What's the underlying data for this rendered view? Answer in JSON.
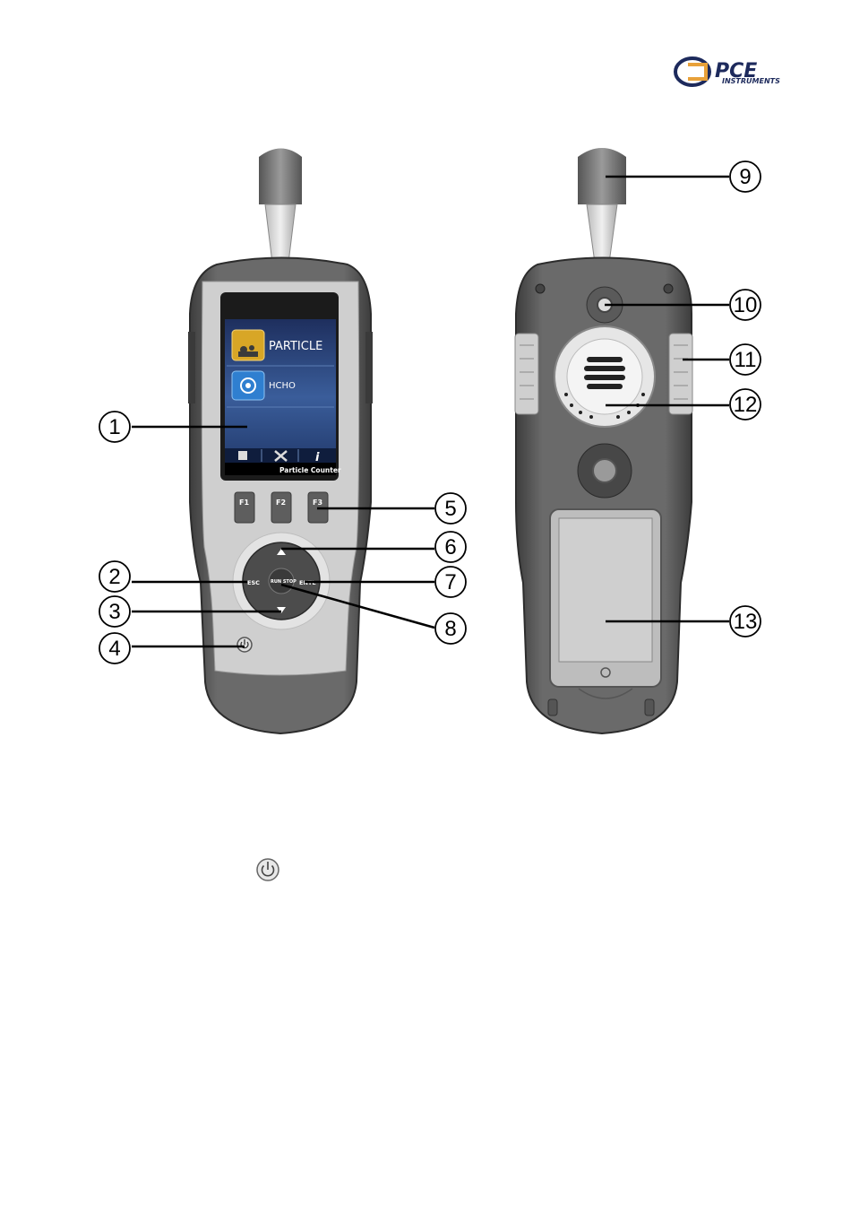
{
  "logo": {
    "brand": "PCE",
    "subtitle": "INSTRUMENTS"
  },
  "screen": {
    "menu_items": [
      {
        "label": "PARTICLE",
        "icon": "particle-icon"
      },
      {
        "label": "HCHO",
        "icon": "hcho-icon"
      }
    ],
    "toolbar_icons": [
      "memory-icon",
      "settings-tools-icon",
      "info-icon"
    ],
    "info_glyph": "i",
    "footer": "Particle Counter"
  },
  "function_keys": [
    "F1",
    "F2",
    "F3"
  ],
  "keypad": {
    "esc": "ESC",
    "enter": "ENTL",
    "run_stop": "RUN STOP"
  },
  "callouts": [
    "1",
    "2",
    "3",
    "4",
    "5",
    "6",
    "7",
    "8",
    "9",
    "10",
    "11",
    "12",
    "13"
  ],
  "power_symbol_icon": "power-icon",
  "colors": {
    "logo_blue": "#1d2a5c",
    "logo_orange": "#e8a13a",
    "screen_blue": "#25407a",
    "device_dark": "#5a5a5a"
  }
}
